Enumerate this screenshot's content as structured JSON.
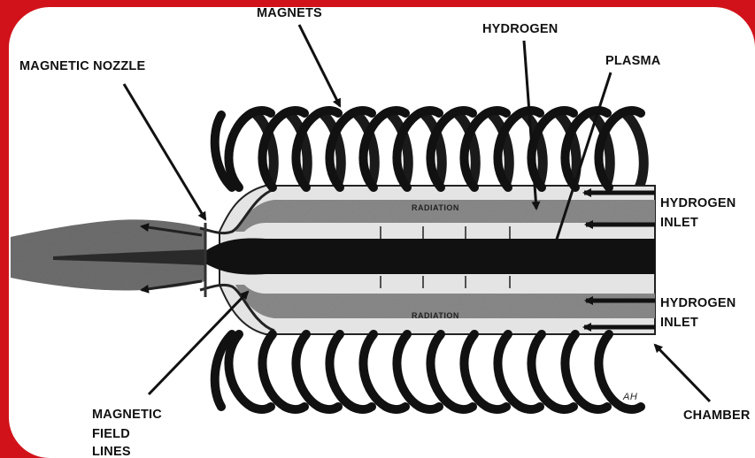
{
  "labels": {
    "magnets": "MAGNETS",
    "hydrogen": "HYDROGEN",
    "plasma": "PLASMA",
    "magnetic_nozzle": "MAGNETIC NOZZLE",
    "hydrogen_inlet_top_1": "HYDROGEN",
    "hydrogen_inlet_top_2": "INLET",
    "hydrogen_inlet_bottom_1": "HYDROGEN",
    "hydrogen_inlet_bottom_2": "INLET",
    "field_lines_1": "MAGNETIC",
    "field_lines_2": "FIELD",
    "field_lines_3": "LINES",
    "chamber": "CHAMBER",
    "radiation_top": "RADIATION",
    "radiation_bottom": "RADIATION",
    "signature": "AH"
  },
  "colors": {
    "frame": "#d2121a",
    "panel": "#ffffff",
    "ink": "#111111",
    "hydrogen_band": "#8a8a8a",
    "chamber_fill": "#e4e4e4",
    "exhaust": "#6e6e6e"
  }
}
